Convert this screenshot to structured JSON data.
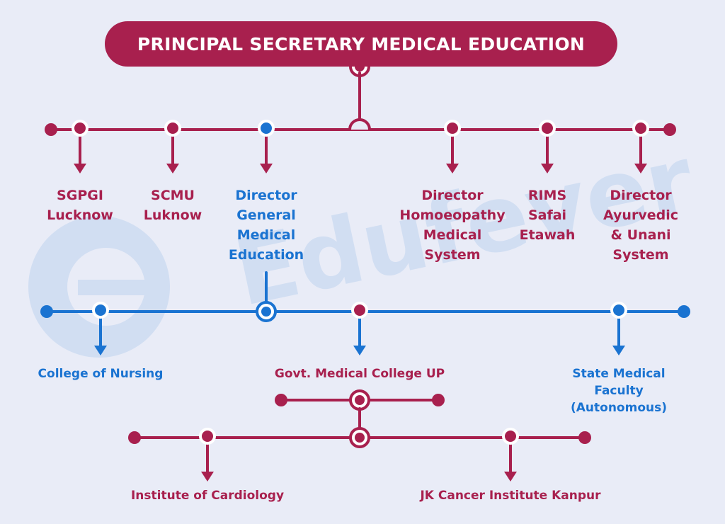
{
  "title": "PRINCIPAL SECRETARY MEDICAL EDUCATION",
  "watermark": "Edufever",
  "colors": {
    "maroon": "#a8204e",
    "blue": "#1a73d1",
    "background": "#e9ecf7"
  },
  "level1": [
    {
      "id": "sgpgi",
      "label": "SGPGI\nLucknow"
    },
    {
      "id": "scmu",
      "label": "SCMU\nLuknow"
    },
    {
      "id": "dgme",
      "label": "Director\nGeneral\nMedical\nEducation"
    },
    {
      "id": "homoeopathy",
      "label": "Director\nHomoeopathy\nMedical\nSystem"
    },
    {
      "id": "rims",
      "label": "RIMS\nSafai\nEtawah"
    },
    {
      "id": "ayurvedic",
      "label": "Director\nAyurvedic\n& Unani\nSystem"
    }
  ],
  "level2": [
    {
      "id": "nursing",
      "label": "College of Nursing"
    },
    {
      "id": "gmc",
      "label": "Govt. Medical College UP"
    },
    {
      "id": "smf",
      "label": "State Medical Faculty\n(Autonomous)"
    }
  ],
  "level3": [
    {
      "id": "cardiology",
      "label": "Institute of Cardiology"
    },
    {
      "id": "jk",
      "label": "JK Cancer Institute Kanpur"
    }
  ]
}
